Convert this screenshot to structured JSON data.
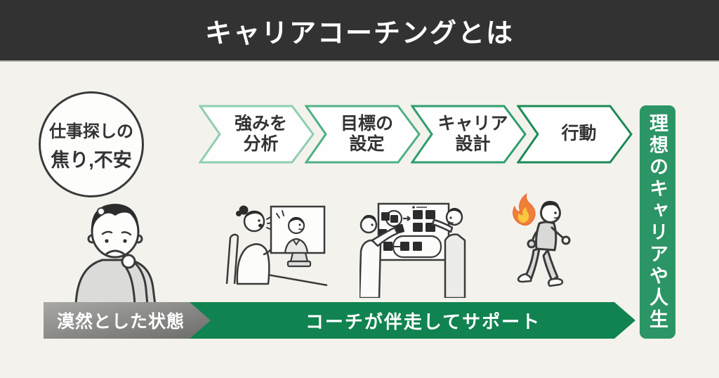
{
  "header": {
    "title": "キャリアコーチングとは"
  },
  "thought_bubble": {
    "line1": "仕事探しの",
    "line2": "焦り,不安"
  },
  "steps": [
    {
      "lines": [
        "強みを",
        "分析"
      ],
      "border_color": "#8fceb1"
    },
    {
      "lines": [
        "目標の",
        "設定"
      ],
      "border_color": "#4fb084"
    },
    {
      "lines": [
        "キャリア",
        "設計"
      ],
      "border_color": "#2f9e6e"
    },
    {
      "lines": [
        "行動"
      ],
      "border_color": "#1d8a56"
    }
  ],
  "bottom_flow": {
    "before_state": "漠然とした状態",
    "support": "コーチが伴走してサポート"
  },
  "goal_bar": {
    "text": "理想のキャリアや人生"
  },
  "illustrations": [
    "worried-person-illustration",
    "video-call-coaching-illustration",
    "whiteboard-planning-illustration",
    "walking-person-with-fire-illustration"
  ],
  "colors": {
    "header_bg": "#323232",
    "background": "#f4f2ec",
    "goal_bar_green": "#2b9566",
    "support_arrow_green": "#108350",
    "gray_arrow_from": "#a8a8a6",
    "gray_arrow_to": "#6c6c6a",
    "text_dark": "#333333",
    "fire_orange": "#f08038"
  }
}
